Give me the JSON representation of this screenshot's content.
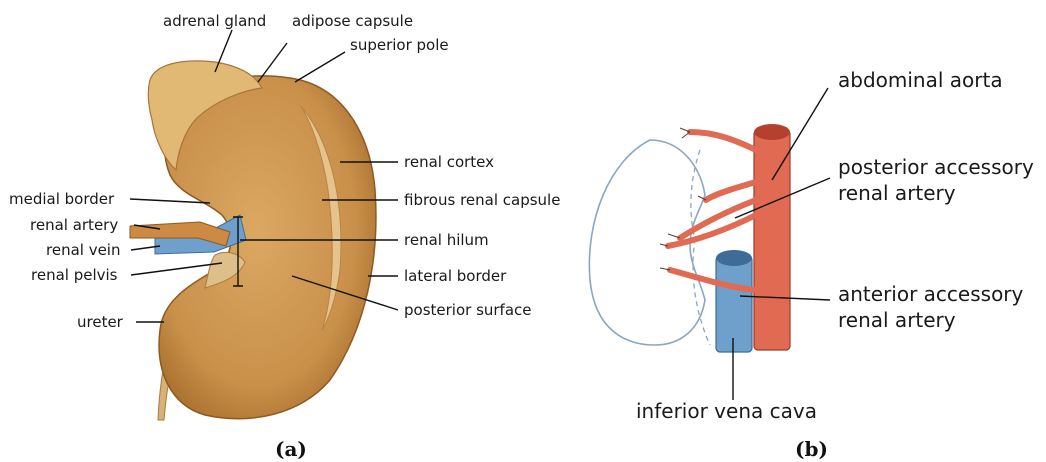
{
  "panel_a": {
    "caption": "(a)",
    "labels": {
      "adrenal_gland": "adrenal gland",
      "adipose_capsule": "adipose capsule",
      "superior_pole": "superior pole",
      "renal_cortex": "renal cortex",
      "medial_border": "medial border",
      "fibrous_renal_capsule": "fibrous renal capsule",
      "renal_artery": "renal artery",
      "renal_hilum": "renal hilum",
      "renal_vein": "renal vein",
      "renal_pelvis": "renal pelvis",
      "lateral_border": "lateral border",
      "posterior_surface": "posterior surface",
      "ureter": "ureter"
    }
  },
  "panel_b": {
    "caption": "(b)",
    "labels": {
      "abdominal_aorta": "abdominal aorta",
      "posterior_accessory_1": "posterior accessory",
      "posterior_accessory_2": "renal artery",
      "anterior_accessory_1": "anterior accessory",
      "anterior_accessory_2": "renal artery",
      "inferior_vena_cava": "inferior vena cava"
    }
  },
  "colors": {
    "kidney": "#cf9a4e",
    "kidney_dark": "#a86f2c",
    "artery": "#e06a52",
    "vein": "#6f9fcb",
    "outline": "#8aa6c4"
  }
}
